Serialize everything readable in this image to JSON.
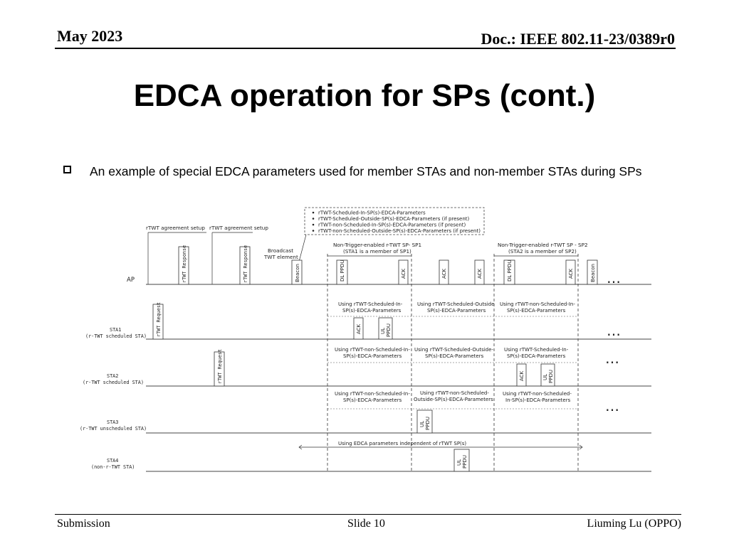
{
  "header": {
    "date": "May 2023",
    "doc": "Doc.: IEEE 802.11-23/0389r0"
  },
  "title": "EDCA operation for SPs (cont.)",
  "bullet": "An example of special EDCA parameters used for member STAs and non-member STAs during SPs",
  "diagram": {
    "legend": [
      "rTWT-Scheduled-In-SP(s)-EDCA-Parameters",
      "rTWT-Scheduled-Outside-SP(s)-EDCA-Parameters (if present)",
      "rTWT-non-Scheduled-In-SP(s)-EDCA-Parameters (if present)",
      "rTWT-non-Scheduled-Outside-SP(s)-EDCA-Parameters (if present)"
    ],
    "setup1": "rTWT agreement setup",
    "setup2": "rTWT agreement setup",
    "broadcast1": "Broadcast",
    "broadcast2": "TWT element",
    "sp1_line1": "Non-Trigger-enabled r-TWT SP- SP1",
    "sp1_line2": "(STA1 is a member of SP1)",
    "sp2_line1": "Non-Trigger-enabled r-TWT SP - SP2",
    "sp2_line2": "(STA2 is a member of SP2)",
    "rows": {
      "ap": "AP",
      "sta1_name": "STA1",
      "sta1_desc": "(r-TWT scheduled STA)",
      "sta2_name": "STA2",
      "sta2_desc": "(r-TWT scheduled STA)",
      "sta3_name": "STA3",
      "sta3_desc": "(r-TWT unscheduled STA)",
      "sta4_name": "STA4",
      "sta4_desc": "(non-r-TWT STA)"
    },
    "frames": {
      "rtwt_response": "rTWT Response",
      "rtwt_request": "rTWT Request",
      "beacon": "Beacon",
      "dl_ppdu": "DL PPDU",
      "ack": "ACK",
      "ul_ppdu_1": "UL",
      "ul_ppdu_2": "PPDU"
    },
    "params": {
      "sta1_a1": "Using rTWT-Scheduled-In-",
      "sta1_a2": "SP(s)-EDCA-Parameters",
      "sta1_b1": "Using rTWT-Scheduled-Outside",
      "sta1_b2": "SP(s)-EDCA-Parameters",
      "sta1_c1": "Using rTWT-non-Scheduled-In-",
      "sta1_c2": "SP(s)-EDCA-Parameters",
      "sta2_a1": "Using rTWT-non-Scheduled-In-",
      "sta2_a2": "SP(s)-EDCA-Parameters",
      "sta2_b1": "Using rTWT-Scheduled-Outside-",
      "sta2_b2": "SP(s)-EDCA-Parameters",
      "sta2_c1": "Using rTWT-Scheduled-In-",
      "sta2_c2": "SP(s)-EDCA-Parameters",
      "sta3_a1": "Using rTWT-non-Scheduled-In-",
      "sta3_a2": "SP(s)-EDCA-Parameters",
      "sta3_b1": "Using rTWT-non-Scheduled-",
      "sta3_b2": "Outside-SP(s)-EDCA-Parameters",
      "sta3_c1": "Using rTWT-non-Scheduled-",
      "sta3_c2": "In-SP(s)-EDCA-Parameters",
      "sta4": "Using EDCA parameters independent of rTWT SP(s)"
    },
    "ellipsis": "…"
  },
  "footer": {
    "left": "Submission",
    "center": "Slide 10",
    "right": "Liuming Lu (OPPO)"
  }
}
